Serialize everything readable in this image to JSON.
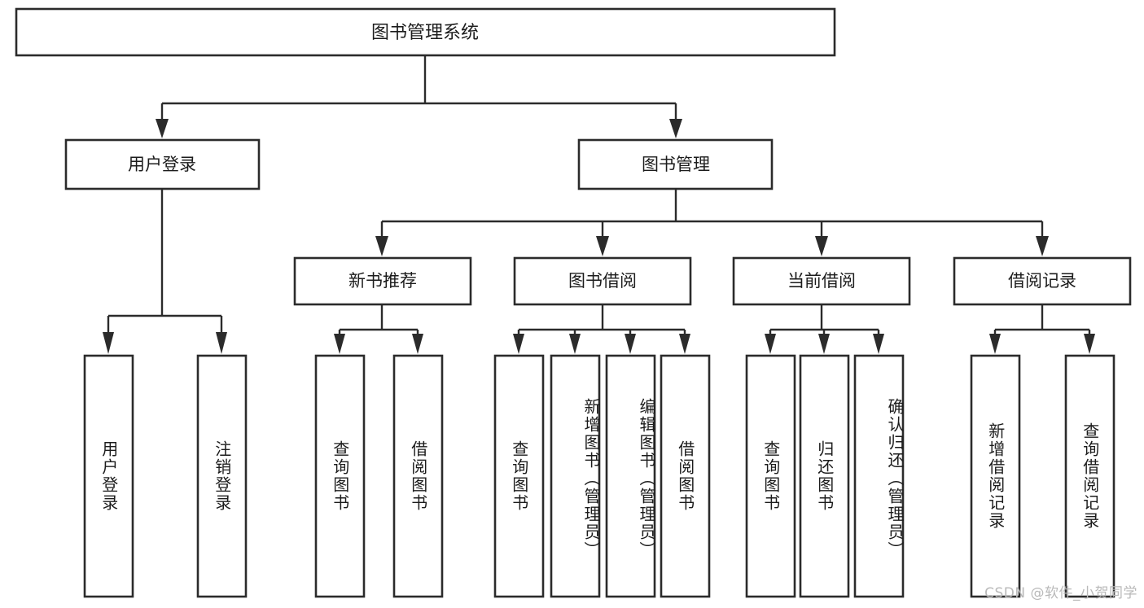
{
  "diagram": {
    "type": "hierarchy-tree",
    "title": "图书管理系统",
    "watermark": "CSDN @软件_小贺同学",
    "colors": {
      "background": "#ffffff",
      "box_fill": "#ffffff",
      "box_stroke": "#2b2b2b",
      "connector": "#2b2b2b",
      "text": "#1c1c1c",
      "watermark": "#b9b9b9"
    },
    "root": {
      "label": "图书管理系统"
    },
    "level2": [
      {
        "label": "用户登录"
      },
      {
        "label": "图书管理"
      }
    ],
    "level3": [
      {
        "label": "新书推荐"
      },
      {
        "label": "图书借阅"
      },
      {
        "label": "当前借阅"
      },
      {
        "label": "借阅记录"
      }
    ],
    "leaves": {
      "user_login": [
        {
          "label": "用户登录"
        },
        {
          "label": "注销登录"
        }
      ],
      "new_book": [
        {
          "label": "查询图书"
        },
        {
          "label": "借阅图书"
        }
      ],
      "book_borrow": [
        {
          "label": "查询图书"
        },
        {
          "label": "新增图书（管理员）"
        },
        {
          "label": "编辑图书（管理员）"
        },
        {
          "label": "借阅图书"
        }
      ],
      "current_borrow": [
        {
          "label": "查询图书"
        },
        {
          "label": "归还图书"
        },
        {
          "label": "确认归还（管理员）"
        }
      ],
      "borrow_record": [
        {
          "label": "新增借阅记录"
        },
        {
          "label": "查询借阅记录"
        }
      ]
    }
  }
}
